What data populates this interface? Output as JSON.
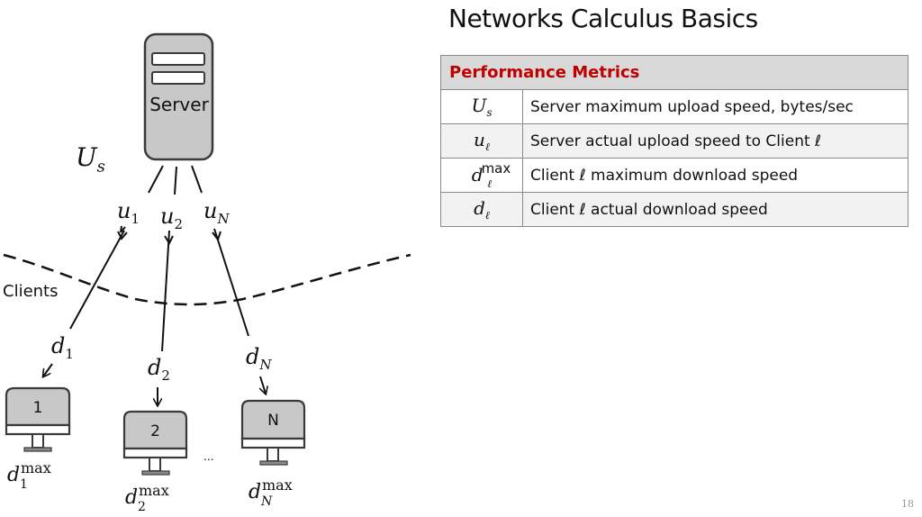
{
  "slide": {
    "title": "Networks Calculus Basics",
    "page_number": "18"
  },
  "diagram": {
    "server_label": "Server",
    "server_rate_symbol": {
      "base": "U",
      "sub": "s"
    },
    "clients_label": "Clients",
    "upload_labels": [
      {
        "base": "u",
        "sub": "1"
      },
      {
        "base": "u",
        "sub": "2"
      },
      {
        "base": "u",
        "sub": "N"
      }
    ],
    "download_labels": [
      {
        "base": "d",
        "sub": "1"
      },
      {
        "base": "d",
        "sub": "2"
      },
      {
        "base": "d",
        "sub": "N"
      }
    ],
    "clients": [
      {
        "label": "1",
        "max_symbol": {
          "base": "d",
          "sup": "max",
          "sub": "1"
        }
      },
      {
        "label": "2",
        "max_symbol": {
          "base": "d",
          "sup": "max",
          "sub": "2"
        }
      },
      {
        "label": "N",
        "max_symbol": {
          "base": "d",
          "sup": "max",
          "sub": "N"
        }
      }
    ],
    "ellipsis": "..."
  },
  "metrics_table": {
    "header": "Performance Metrics",
    "header_color": "#c00000",
    "rows": [
      {
        "symbol_base": "U",
        "symbol_sub": "s",
        "symbol_sup": "",
        "description": "Server maximum upload speed, bytes/sec"
      },
      {
        "symbol_base": "u",
        "symbol_sub": "ℓ",
        "symbol_sup": "",
        "description": "Server actual upload speed to Client ℓ"
      },
      {
        "symbol_base": "d",
        "symbol_sub": "ℓ",
        "symbol_sup": "max",
        "description": "Client ℓ maximum download speed"
      },
      {
        "symbol_base": "d",
        "symbol_sub": "ℓ",
        "symbol_sup": "",
        "description": "Client ℓ actual download speed"
      }
    ]
  }
}
